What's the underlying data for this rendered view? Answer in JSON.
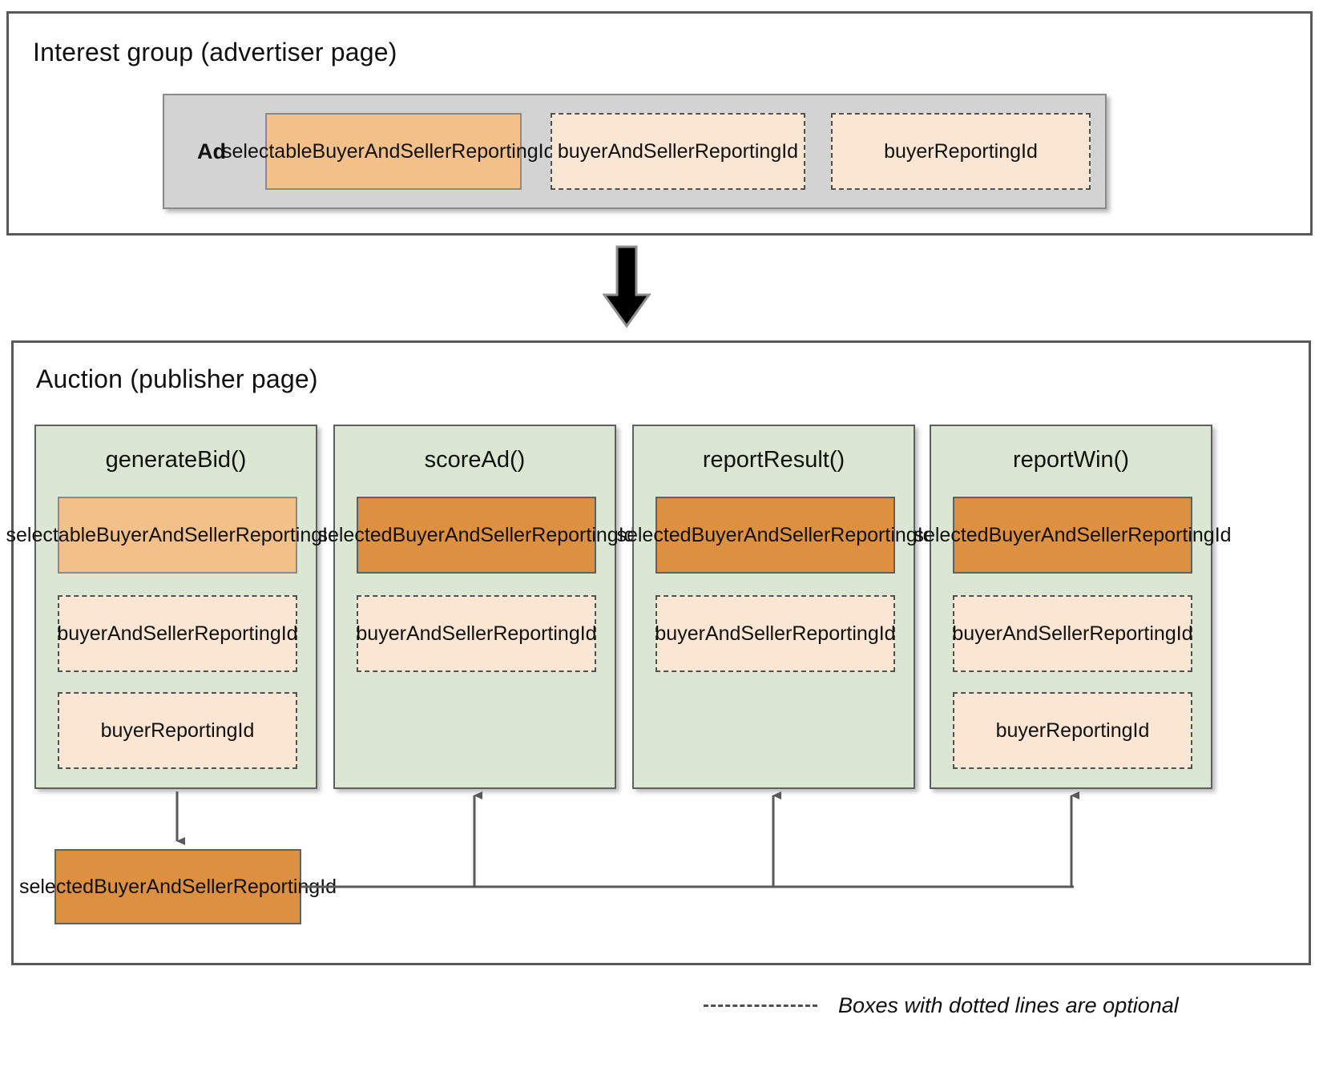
{
  "interest_group": {
    "title": "Interest group (advertiser page)",
    "ad_label": "Ad",
    "ad_fields": [
      {
        "label": "selectableBuyerAndSellerReportingIds",
        "style": "solid-light",
        "optional": false
      },
      {
        "label": "buyerAndSellerReportingId",
        "style": "dashed",
        "optional": true
      },
      {
        "label": "buyerReportingId",
        "style": "dashed",
        "optional": true
      }
    ]
  },
  "flow": {
    "arrow_icon": "down-arrow-icon"
  },
  "auction": {
    "title": "Auction (publisher page)",
    "columns": [
      {
        "title": "generateBid()",
        "fields": [
          {
            "label": "selectableBuyerAndSellerReportingIds",
            "style": "solid-light",
            "optional": false
          },
          {
            "label": "buyerAndSellerReportingId",
            "style": "dashed",
            "optional": true
          },
          {
            "label": "buyerReportingId",
            "style": "dashed",
            "optional": true
          }
        ]
      },
      {
        "title": "scoreAd()",
        "fields": [
          {
            "label": "selectedBuyerAndSellerReportingId",
            "style": "solid-dark",
            "optional": false
          },
          {
            "label": "buyerAndSellerReportingId",
            "style": "dashed",
            "optional": true
          }
        ]
      },
      {
        "title": "reportResult()",
        "fields": [
          {
            "label": "selectedBuyerAndSellerReportingId",
            "style": "solid-dark",
            "optional": false
          },
          {
            "label": "buyerAndSellerReportingId",
            "style": "dashed",
            "optional": true
          }
        ]
      },
      {
        "title": "reportWin()",
        "fields": [
          {
            "label": "selectedBuyerAndSellerReportingId",
            "style": "solid-dark",
            "optional": false
          },
          {
            "label": "buyerAndSellerReportingId",
            "style": "dashed",
            "optional": true
          },
          {
            "label": "buyerReportingId",
            "style": "dashed",
            "optional": true
          }
        ]
      }
    ],
    "result_box": {
      "label": "selectedBuyerAndSellerReportingId",
      "style": "solid-dark"
    }
  },
  "legend": {
    "text": "Boxes with dotted lines are optional",
    "swatch": "dashed-line-swatch"
  },
  "colors": {
    "solid_light": "#f4c08a",
    "solid_dark": "#dd9140",
    "dashed_fill": "#fae6d2",
    "column_fill": "#dbe7d2",
    "ad_fill": "#d3d3d3",
    "stroke": "#5d5f60",
    "section_border": "#58595b"
  }
}
